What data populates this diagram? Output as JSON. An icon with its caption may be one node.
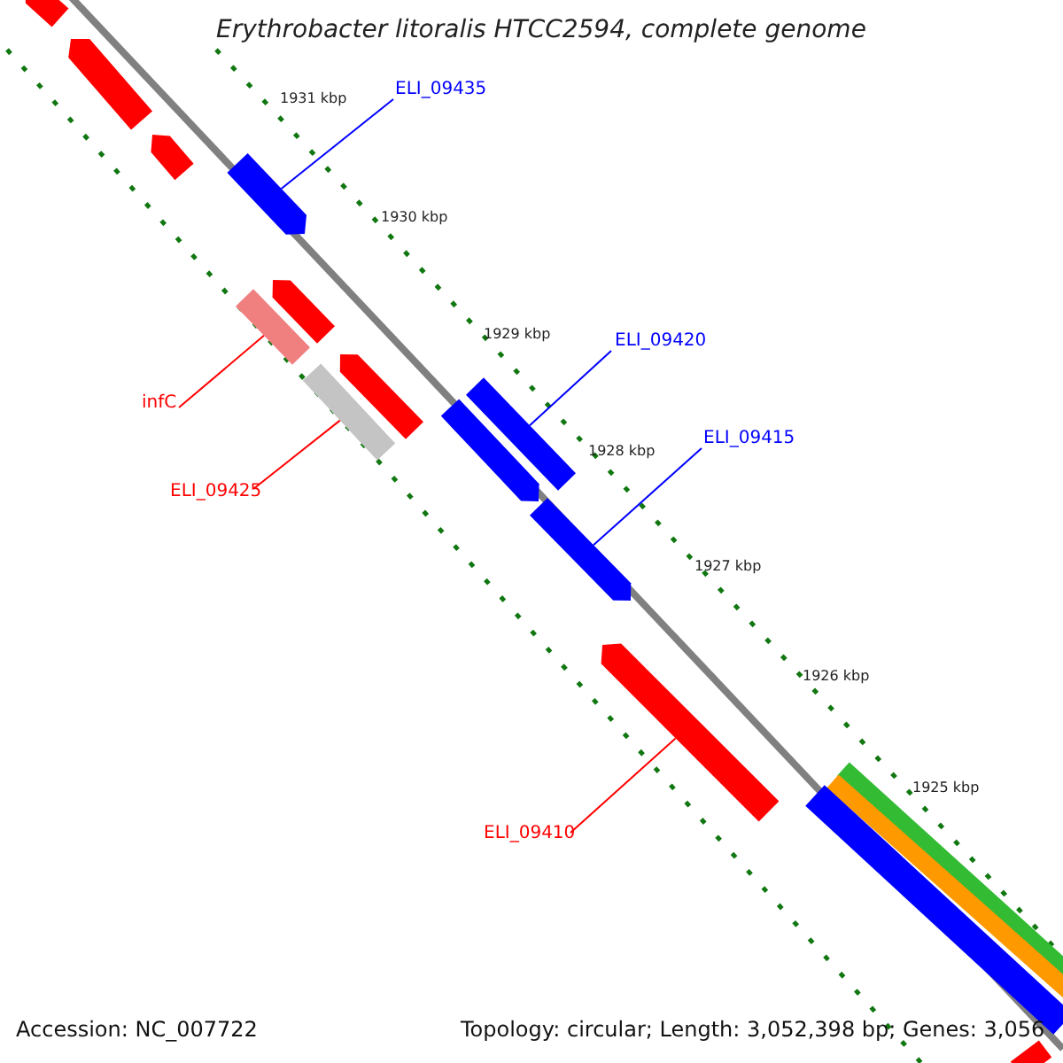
{
  "diagram": {
    "title": "Erythrobacter litoralis HTCC2594, complete genome",
    "nodes": [
      {
        "text": [],
        "shape": "bar"
      },
      {
        "text": [],
        "shape": "bar"
      },
      {
        "text": [],
        "shape": "bar"
      },
      {
        "text": [],
        "shape": "bar"
      },
      {
        "text": [],
        "shape": "bar"
      },
      {
        "text": [],
        "shape": "bar"
      },
      {
        "text": [],
        "shape": "bar"
      },
      {
        "text": [],
        "shape": "bar"
      },
      {
        "text": [],
        "shape": "bar"
      },
      {
        "text": [],
        "shape": "bar"
      },
      {
        "text": [],
        "shape": "bar"
      },
      {
        "text": [],
        "shape": "bar"
      },
      {
        "text": [],
        "shape": "bar"
      },
      {
        "text": [],
        "shape": "bar"
      },
      {
        "text": [],
        "shape": "bar"
      },
      {
        "text": [],
        "shape": "bar"
      },
      {
        "text": [
          "ELI_09435"
        ]
      },
      {
        "text": [
          "ELI_09420"
        ]
      },
      {
        "text": [
          "infC"
        ]
      },
      {
        "text": [
          "ELI_09415"
        ]
      },
      {
        "text": [
          "ELI_09425"
        ]
      },
      {
        "text": [
          "ELI_09410"
        ]
      }
    ],
    "edges": [
      {
        "from": 16,
        "to": 3,
        "arrow": "none",
        "color": "#0000ff"
      },
      {
        "from": 17,
        "to": 8,
        "arrow": "none",
        "color": "#0000ff"
      },
      {
        "from": 18,
        "to": 5,
        "arrow": "none",
        "color": "#ff0000"
      },
      {
        "from": 19,
        "to": 10,
        "arrow": "none",
        "color": "#0000ff"
      },
      {
        "from": 20,
        "to": 7,
        "arrow": "none",
        "color": "#ff0000"
      },
      {
        "from": 21,
        "to": 11,
        "arrow": "none",
        "color": "#ff0000"
      }
    ],
    "labels": [
      "1931 kbp",
      "1930 kbp",
      "1929 kbp",
      "1928 kbp",
      "1927 kbp",
      "1926 kbp",
      "1925 kbp",
      "Accession: NC_007722",
      "Topology: circular; Length: 3,052,398 bp; Genes: 3,056"
    ]
  }
}
